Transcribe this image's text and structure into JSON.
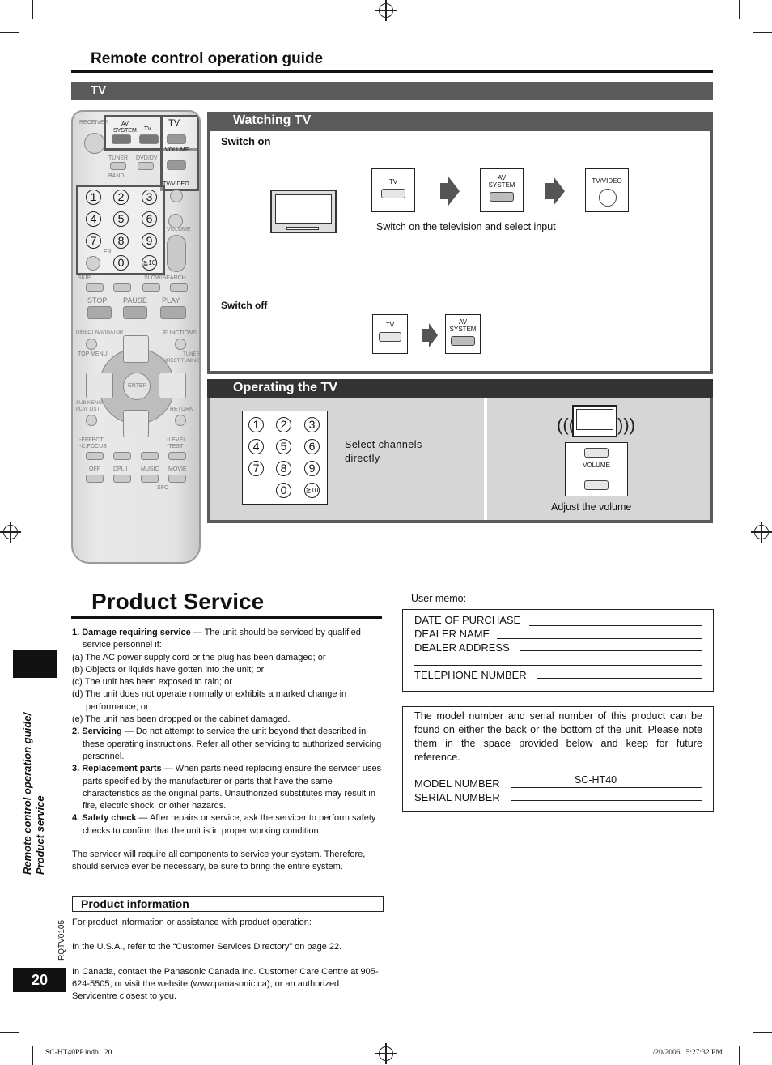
{
  "header": {
    "title": "Remote control operation guide",
    "tv_bar": "TV"
  },
  "remote": {
    "labels": {
      "receiver": "RECEIVER",
      "av_system": "AV\nSYSTEM",
      "tv": "TV",
      "tv_badge": "TV",
      "volume": "VOLUME",
      "tv_video": "TV/VIDEO",
      "tuner": "TUNER",
      "band": "BAND",
      "dvd": "DVD/DV",
      "skip": "SKIP",
      "slow_search": "SLOW/SEARCH",
      "stop": "STOP",
      "pause": "PAUSE",
      "play": "PLAY",
      "direct_navigator": "DIRECT NAVIGATOR",
      "top_menu": "TOP MENU",
      "functions": "FUNCTIONS",
      "tuner_direct": "TUNER\nDIRECT TUNING",
      "enter": "ENTER",
      "sub_menu": "SUB MENU/\nPLAY LIST",
      "return": "RETURN",
      "effect": "-EFFECT\n-C.FOCUS",
      "level": "-LEVEL\n-TEST",
      "off": "OFF",
      "dpl": "DPLII",
      "music": "MUSIC",
      "movie": "MOVIE",
      "sfc": "SFC",
      "er": "ER",
      "volume2": "VOLUME"
    },
    "numbers": [
      "1",
      "2",
      "3",
      "4",
      "5",
      "6",
      "7",
      "8",
      "9",
      "0",
      "≧10"
    ]
  },
  "watching_tv": {
    "title": "Watching TV",
    "switch_on": {
      "label": "Switch on",
      "keys": [
        "TV",
        "AV\nSYSTEM",
        "TV/VIDEO"
      ],
      "caption": "Switch on the television and select input"
    },
    "switch_off": {
      "label": "Switch off",
      "keys": [
        "TV",
        "AV\nSYSTEM"
      ]
    }
  },
  "operating_tv": {
    "title": "Operating the TV",
    "numbers": [
      "1",
      "2",
      "3",
      "4",
      "5",
      "6",
      "7",
      "8",
      "9",
      "0",
      "≧10"
    ],
    "select_caption": "Select channels\ndirectly",
    "volume_label": "VOLUME",
    "adjust_caption": "Adjust the volume"
  },
  "side_tab": {
    "text": "Remote control operation guide/\nProduct service",
    "doc_code": "RQTV0105",
    "page_number": "20"
  },
  "product_service": {
    "title": "Product Service",
    "items": [
      {
        "head": "1. Damage requiring service",
        "text": " — The unit should be serviced by qualified service personnel if:"
      },
      {
        "head": "",
        "text": "(a) The AC power supply cord or the plug has been damaged; or"
      },
      {
        "head": "",
        "text": "(b) Objects or liquids have gotten into the unit; or"
      },
      {
        "head": "",
        "text": "(c) The unit has been exposed to rain; or"
      },
      {
        "head": "",
        "text": "(d) The unit does not operate normally or exhibits a marked change in performance; or"
      },
      {
        "head": "",
        "text": "(e) The unit has been dropped or the cabinet damaged."
      },
      {
        "head": "2. Servicing",
        "text": " — Do not attempt to service the unit beyond that described in these operating instructions. Refer all other servicing to authorized servicing personnel."
      },
      {
        "head": "3. Replacement parts",
        "text": " — When parts need replacing ensure the servicer uses parts specified by the manufacturer or parts that have the same characteristics as the original parts. Unauthorized substitutes may result in fire, electric shock, or other hazards."
      },
      {
        "head": "4. Safety check",
        "text": " — After repairs or service, ask the servicer to perform safety checks to confirm that the unit is in proper working condition."
      }
    ],
    "closing": "The servicer will require all components to service your system. Therefore, should service ever be necessary, be sure to bring the entire system.",
    "info_title": "Product information",
    "info_p1": "For product information or assistance with product operation:",
    "info_p2": "In the U.S.A., refer to the “Customer Services Directory” on page 22.",
    "info_p3": "In Canada, contact the Panasonic Canada Inc. Customer Care Centre at 905-624-5505, or visit the website (www.panasonic.ca), or an authorized Servicentre closest to you."
  },
  "user_memo": {
    "label": "User memo:",
    "fields": [
      "DATE OF PURCHASE",
      "DEALER NAME",
      "DEALER ADDRESS",
      "TELEPHONE NUMBER"
    ],
    "note": "The model number and serial number of this product can be found on either the back or the bottom of the unit. Please note them in the space provided below and keep for future reference.",
    "model_label": "MODEL NUMBER",
    "model_value": "SC-HT40",
    "serial_label": "SERIAL NUMBER"
  },
  "footer": {
    "file": "SC-HT40PP.indb   20",
    "date": "1/20/2006   5:27:32 PM"
  }
}
